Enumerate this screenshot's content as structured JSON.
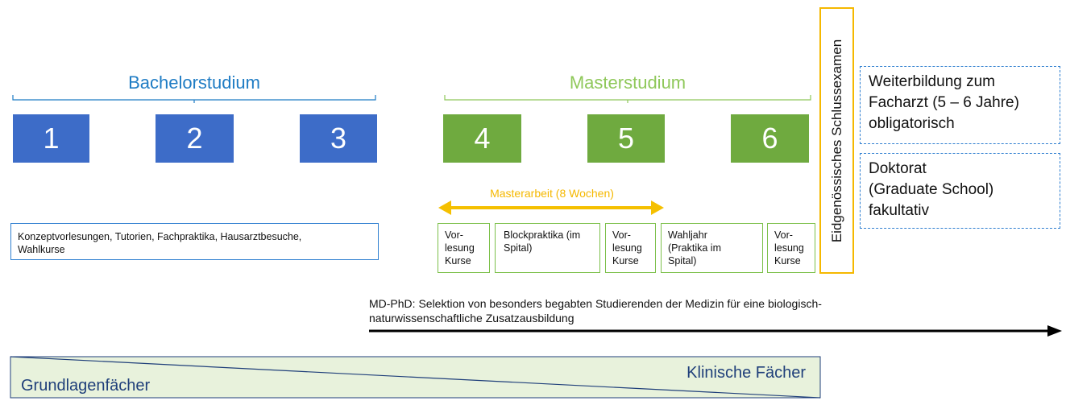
{
  "phases": {
    "bachelor": {
      "title": "Bachelorstudium",
      "color": "#1f7cc4"
    },
    "master": {
      "title": "Masterstudium",
      "color": "#8fc85a"
    }
  },
  "years": [
    {
      "number": "1",
      "phase": "bachelor"
    },
    {
      "number": "2",
      "phase": "bachelor"
    },
    {
      "number": "3",
      "phase": "bachelor"
    },
    {
      "number": "4",
      "phase": "master"
    },
    {
      "number": "5",
      "phase": "master"
    },
    {
      "number": "6",
      "phase": "master"
    }
  ],
  "colors": {
    "bachelor_box": "#3d6cc8",
    "master_box": "#6faa3f",
    "arrow_yellow": "#f5c000",
    "exam_border": "#f5b800",
    "dashed_border": "#2f7fd0",
    "wedge_fill": "#e8f2dc",
    "wedge_border": "#1f3f7a"
  },
  "masterarbeit_label": "Masterarbeit (8 Wochen)",
  "bachelor_activities": {
    "line1": "Konzeptvorlesungen, Tutorien, Fachpraktika, Hausarztbesuche,",
    "line2": "Wahlkurse"
  },
  "master_activities": [
    {
      "lines": [
        "Vor-",
        "lesung",
        "Kurse"
      ]
    },
    {
      "lines": [
        "Blockpraktika (im",
        "Spital)"
      ]
    },
    {
      "lines": [
        "Vor-",
        "lesung",
        "Kurse"
      ]
    },
    {
      "lines": [
        "Wahljahr",
        "(Praktika im",
        "Spital)"
      ]
    },
    {
      "lines": [
        "Vor-",
        "lesung",
        "Kurse"
      ]
    }
  ],
  "final_exam": "Eidgenössisches Schlussexamen",
  "after_study": [
    {
      "lines": [
        "Weiterbildung zum",
        "Facharzt (5 – 6 Jahre)",
        "obligatorisch"
      ]
    },
    {
      "lines": [
        "Doktorat",
        "(Graduate School)",
        "fakultativ"
      ]
    }
  ],
  "md_phd": {
    "line1": "MD-PhD: Selektion von besonders begabten Studierenden der Medizin für eine biologisch-",
    "line2": "naturwissenschaftliche Zusatzausbildung"
  },
  "subjects": {
    "basic": "Grundlagenfächer",
    "clinical": "Klinische Fächer"
  }
}
